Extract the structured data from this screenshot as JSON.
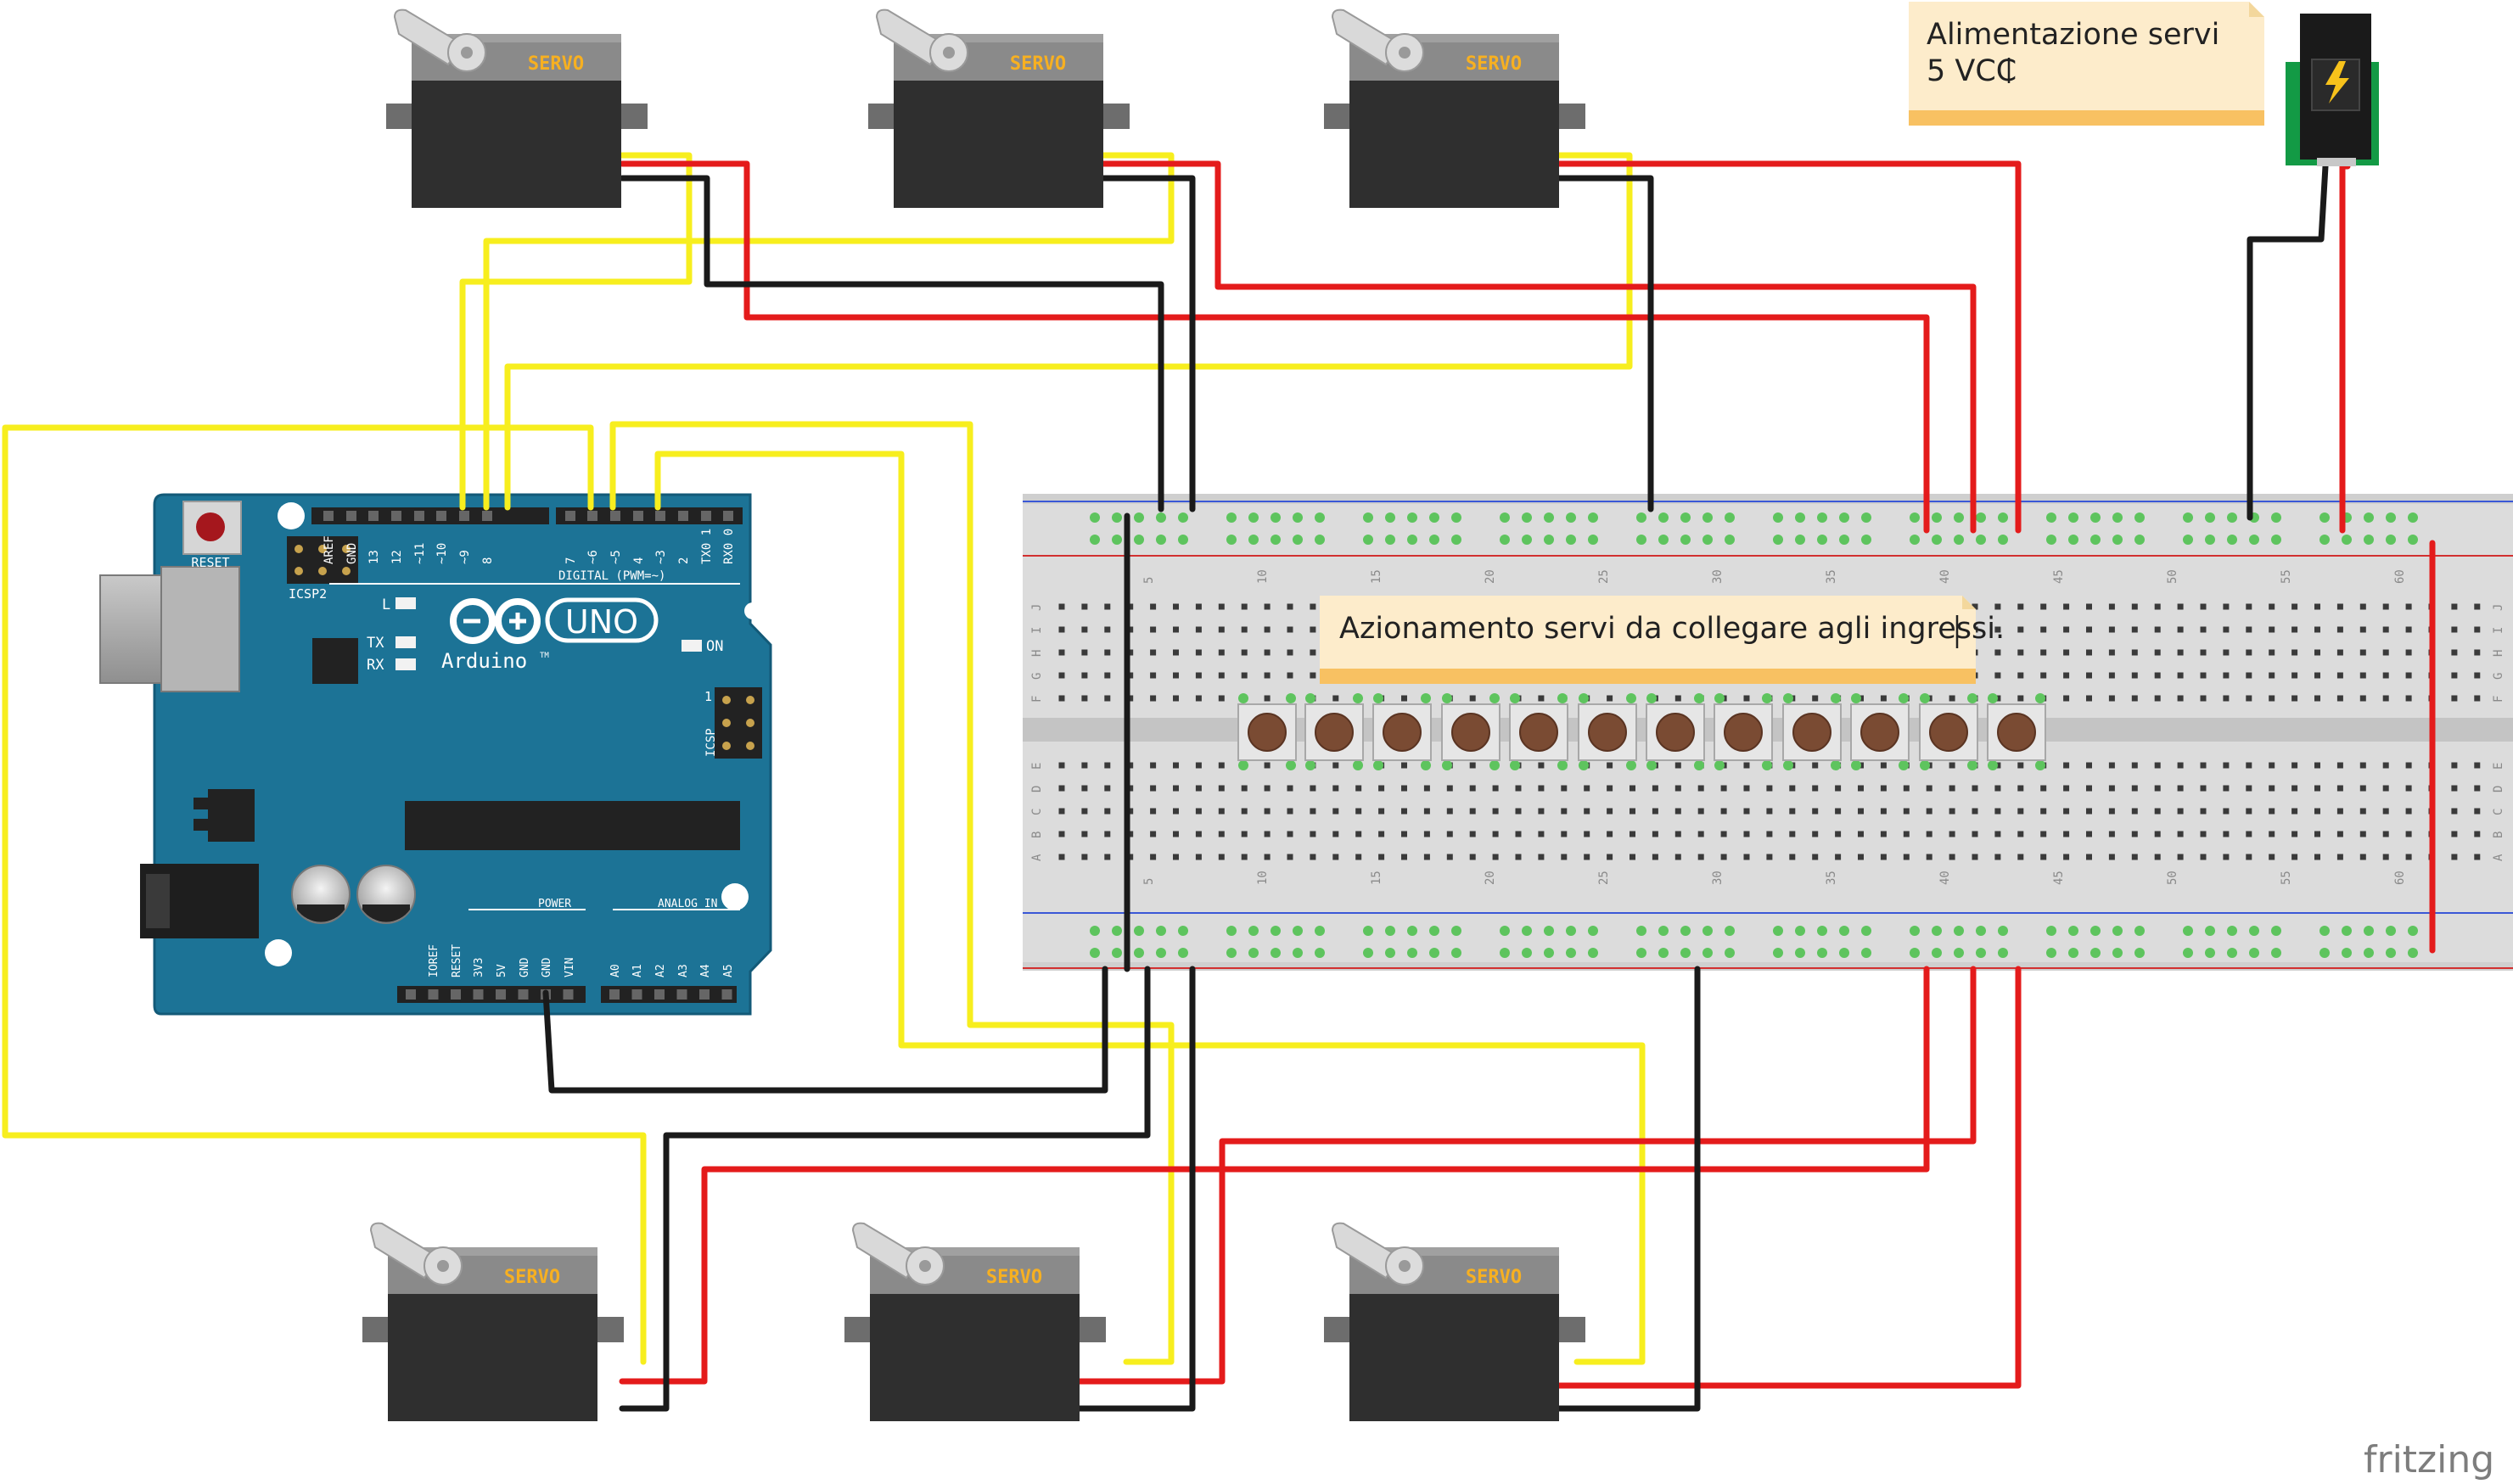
{
  "servo_label": "SERVO",
  "arduino": {
    "reset_label": "RESET",
    "icsp2_label": "ICSP2",
    "icsp_label": "ICSP",
    "icsp_pin1": "1",
    "brand": "Arduino",
    "tm": "TM",
    "model": "UNO",
    "on_label": "ON",
    "l_label": "L",
    "tx_label": "TX",
    "rx_label": "RX",
    "digital_label": "DIGITAL (PWM=~)",
    "power_label": "POWER",
    "analog_label": "ANALOG IN",
    "digital_pins": [
      "AREF",
      "GND",
      "13",
      "12",
      "~11",
      "~10",
      "~9",
      "8",
      "7",
      "~6",
      "~5",
      "4",
      "~3",
      "2",
      "TX0 1",
      "RX0 0"
    ],
    "power_pins": [
      "IOREF",
      "RESET",
      "3V3",
      "5V",
      "GND",
      "GND",
      "VIN"
    ],
    "analog_pins": [
      "A0",
      "A1",
      "A2",
      "A3",
      "A4",
      "A5"
    ]
  },
  "breadboard": {
    "column_numbers": [
      "5",
      "10",
      "15",
      "20",
      "25",
      "30",
      "35",
      "40",
      "45",
      "50",
      "55",
      "60"
    ],
    "row_letters_top": [
      "J",
      "I",
      "H",
      "G",
      "F"
    ],
    "row_letters_bottom": [
      "E",
      "D",
      "C",
      "B",
      "A"
    ]
  },
  "notes": {
    "power_note": [
      "Alimentazione servi",
      "5 VCC"
    ],
    "servo_note": "Azionamento servi da collegare agli ingressi."
  },
  "watermark": "fritzing",
  "colors": {
    "wire_yellow": "#f7ee1e",
    "wire_red": "#e41b1b",
    "wire_black": "#1a1a1a",
    "arduino_board": "#1c7396",
    "servo_body": "#2f2f2f",
    "servo_label": "#f7b021",
    "note_bg": "#fdeccb",
    "button_cap": "#7a4b33"
  }
}
